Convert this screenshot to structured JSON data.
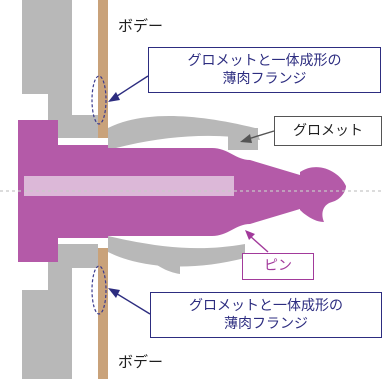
{
  "labels": {
    "body_top": "ボデー",
    "body_bottom": "ボデー",
    "flange_top": {
      "line1": "グロメットと一体成形の",
      "line2": "薄肉フランジ"
    },
    "flange_bottom": {
      "line1": "グロメットと一体成形の",
      "line2": "薄肉フランジ"
    },
    "grommet": "グロメット",
    "pin": "ピン"
  },
  "colors": {
    "grommet": "#b8b8b8",
    "pin": "#b45aa8",
    "body": "#c9a27a",
    "callout_navy": "#2d2d80",
    "callout_gray": "#555555",
    "callout_pink": "#a23a9b",
    "dash_blue": "#3b3b8f"
  }
}
